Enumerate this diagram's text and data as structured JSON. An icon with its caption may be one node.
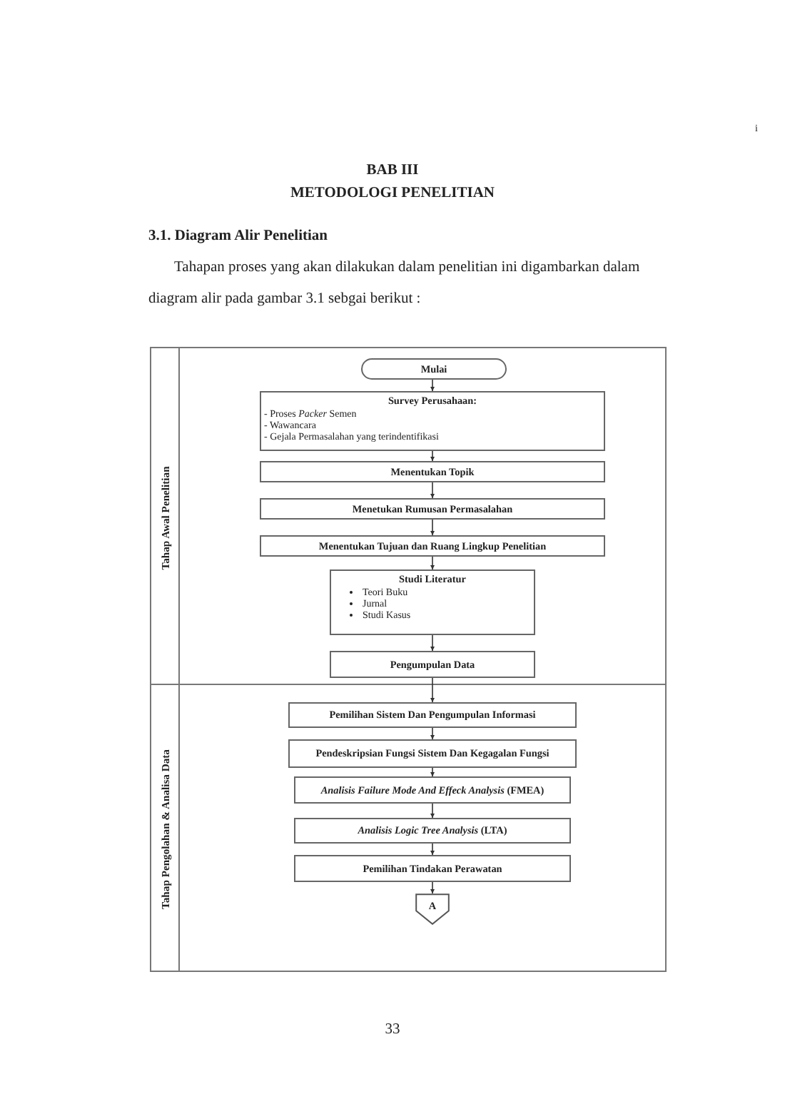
{
  "diagram": {
    "nodes": [
      {
        "text": [
          "Tahap Awal Penelitian"
        ]
      },
      {
        "text": [
          "Mulai"
        ],
        "in": 0
      },
      {
        "text": [
          "Survey Perusahaan:",
          "- Proses *Packer* Semen",
          "- Wawancara",
          "- Gejala Permasalahan yang  terindentifikasi"
        ],
        "in": 0
      },
      {
        "text": [
          "Menentukan Topik"
        ],
        "in": 0
      },
      {
        "text": [
          "Menetukan Rumusan Permasalahan"
        ],
        "in": 0
      },
      {
        "text": [
          "Menentukan Tujuan dan Ruang Lingkup Penelitian"
        ],
        "in": 0
      },
      {
        "text": [
          "Studi Literatur",
          "Teori Buku",
          "Jurnal",
          "Studi Kasus"
        ],
        "in": 0
      },
      {
        "text": [
          "Pengumpulan Data"
        ],
        "in": 0
      },
      {
        "text": [
          "Tahap Pengolahan & Analisa Data"
        ]
      },
      {
        "text": [
          "Pemilihan Sistem Dan Pengumpulan Informasi"
        ],
        "in": 8
      },
      {
        "text": [
          "Pendeskripsian Fungsi Sistem Dan Kegagalan Fungsi"
        ],
        "in": 8
      },
      {
        "text": [
          "*Analisis Failure Mode And Effeck Analysis* (FMEA)"
        ],
        "in": 8
      },
      {
        "text": [
          "*Analisis Logic Tree Analysis* (LTA)"
        ],
        "in": 8
      },
      {
        "text": [
          "Pemilihan Tindakan Perawatan"
        ],
        "in": 8
      },
      {
        "text": [
          "A"
        ],
        "in": 8
      }
    ],
    "edges": [
      {
        "from": 1,
        "to": 2,
        "arrow": "to"
      },
      {
        "from": 2,
        "to": 3,
        "arrow": "to"
      },
      {
        "from": 3,
        "to": 4,
        "arrow": "to"
      },
      {
        "from": 4,
        "to": 5,
        "arrow": "to"
      },
      {
        "from": 5,
        "to": 6,
        "arrow": "to"
      },
      {
        "from": 6,
        "to": 7,
        "arrow": "to"
      },
      {
        "from": 7,
        "to": 9,
        "arrow": "to"
      },
      {
        "from": 9,
        "to": 10,
        "arrow": "to"
      },
      {
        "from": 10,
        "to": 11,
        "arrow": "to"
      },
      {
        "from": 11,
        "to": 12,
        "arrow": "to"
      },
      {
        "from": 12,
        "to": 13,
        "arrow": "to"
      },
      {
        "from": 13,
        "to": 14,
        "arrow": "to"
      }
    ],
    "labels": [
      "i",
      "BAB III",
      "METODOLOGI PENELITIAN",
      "3.1. Diagram Alir Penelitian",
      "Tahapan proses yang akan dilakukan dalam penelitian ini digambarkan dalam diagram alir pada gambar 3.1 sebgai berikut :",
      "33"
    ]
  }
}
